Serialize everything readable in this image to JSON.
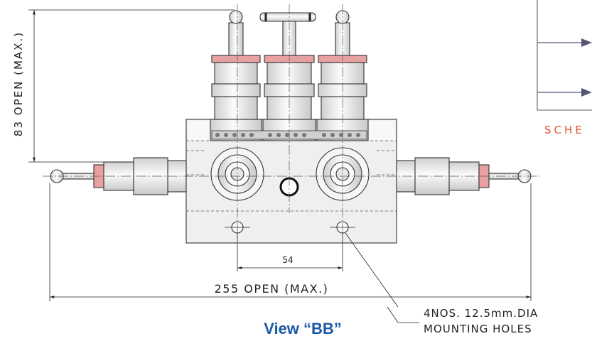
{
  "dimensions": {
    "height_label": "83 OPEN (MAX.)",
    "width_label": "255 OPEN (MAX.)",
    "hole_spacing_label": "54"
  },
  "notes": {
    "holes_line1": "4NOS.  12.5mm.DIA",
    "holes_line2": "MOUNTING  HOLES"
  },
  "view_title": "View “BB”",
  "schematic_label": "SCHE",
  "colors": {
    "title": "#1a5aa6",
    "schematic_label": "#e0552e",
    "seal": "#e8a1a1",
    "metal_light": "#f3f3f3",
    "metal_mid": "#dcdcdc",
    "body_fill": "#efefef",
    "arrow": "#555577"
  }
}
